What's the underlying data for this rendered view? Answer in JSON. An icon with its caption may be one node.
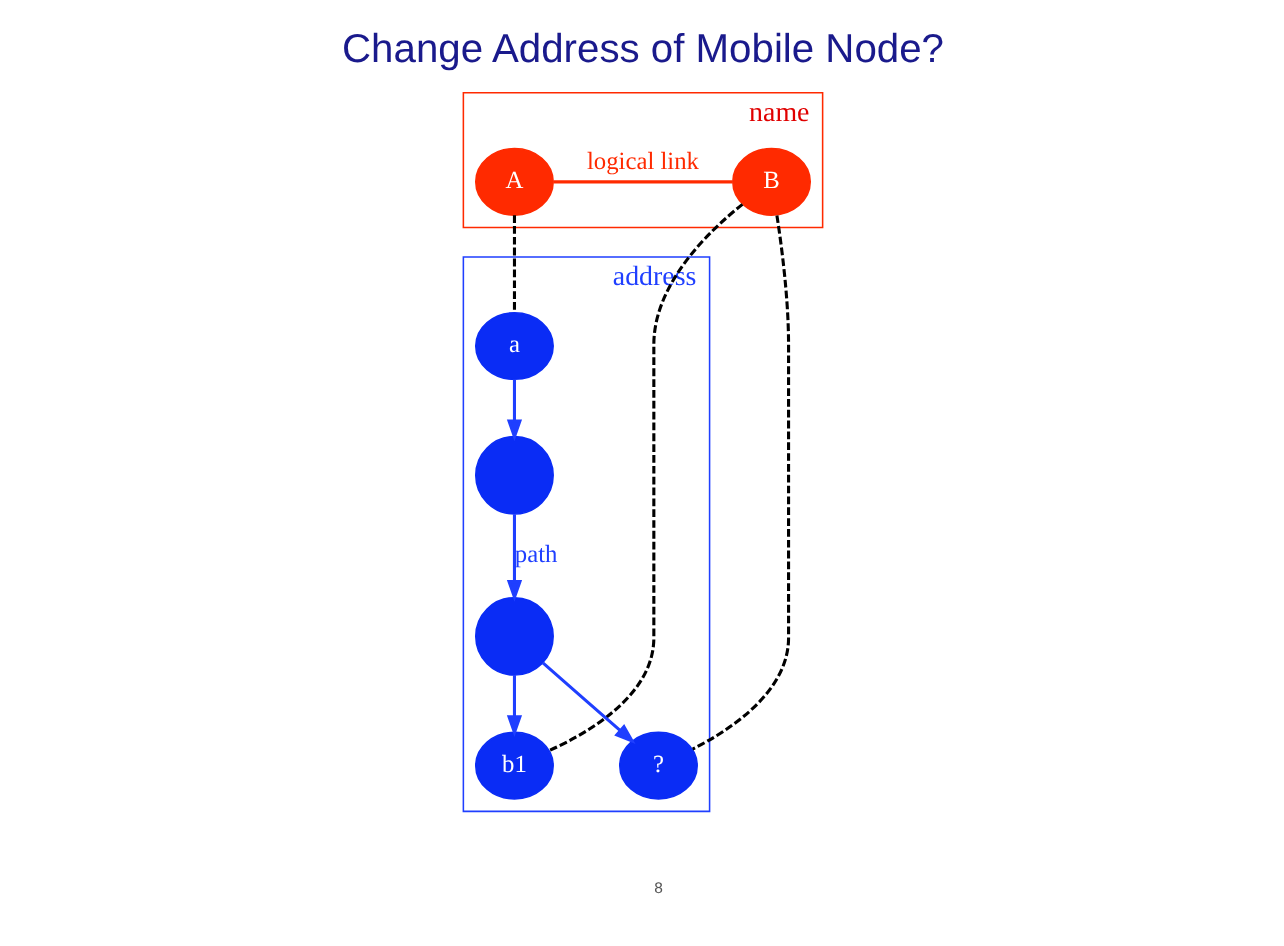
{
  "diagram": {
    "title": "Change Address of Mobile Node?",
    "nodes": [
      {
        "text": [
          "name"
        ]
      },
      {
        "text": [
          "A"
        ],
        "in": 0
      },
      {
        "text": [
          "B"
        ],
        "in": 0
      },
      {
        "text": [
          "address"
        ]
      },
      {
        "text": [
          "a"
        ],
        "in": 3
      },
      {
        "text": [],
        "shape": "circle",
        "in": 3
      },
      {
        "text": [
          "b1"
        ],
        "in": 3
      },
      {
        "text": [],
        "shape": "circle",
        "in": 3
      },
      {
        "text": [
          "?"
        ],
        "in": 3
      }
    ],
    "edges": [
      {
        "from": 1,
        "to": 2,
        "arrow": "none",
        "label": "logical link",
        "color": "#ff2a00"
      },
      {
        "from": 1,
        "to": 4,
        "arrow": "none",
        "style": "dashed",
        "color": "#000000"
      },
      {
        "from": 2,
        "to": 6,
        "arrow": "none",
        "style": "dashed",
        "color": "#000000"
      },
      {
        "from": 2,
        "to": 8,
        "arrow": "none",
        "style": "dashed",
        "color": "#000000"
      },
      {
        "from": 4,
        "to": 5,
        "arrow": "to"
      },
      {
        "from": 5,
        "to": 7,
        "arrow": "to",
        "label": "path"
      },
      {
        "from": 7,
        "to": 6,
        "arrow": "to"
      },
      {
        "from": 7,
        "to": 8,
        "arrow": "to"
      }
    ],
    "labels": [
      "8"
    ]
  }
}
